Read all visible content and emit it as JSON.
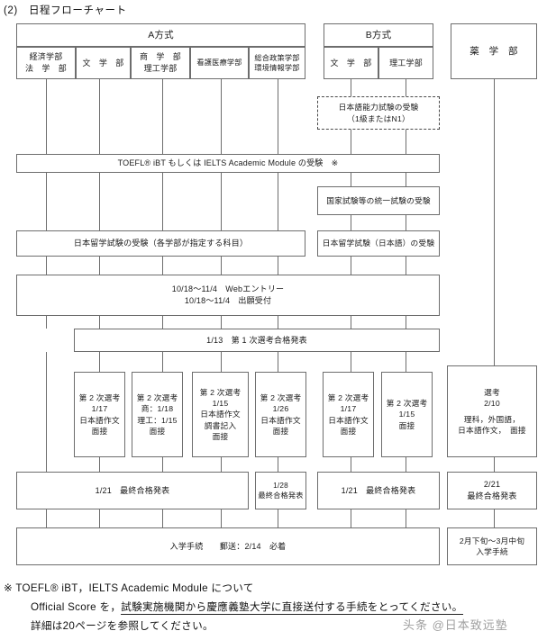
{
  "page": {
    "title": "(2)　日程フローチャート",
    "watermark": "头条 @日本致远塾"
  },
  "methods": {
    "a": "A方式",
    "b": "B方式",
    "pharmacy": "薬　学　部"
  },
  "departments": {
    "a": [
      {
        "lines": [
          "経済学部",
          "法　学　部"
        ]
      },
      {
        "lines": [
          "文　学　部"
        ]
      },
      {
        "lines": [
          "商　学　部",
          "理工学部"
        ]
      },
      {
        "lines": [
          "看護医療学部"
        ]
      },
      {
        "lines": [
          "総合政策学部",
          "環境情報学部"
        ]
      }
    ],
    "b": [
      {
        "lines": [
          "文　学　部"
        ]
      },
      {
        "lines": [
          "理工学部"
        ]
      }
    ]
  },
  "steps": {
    "jlpt": {
      "lines": [
        "日本語能力試験の受験",
        "（1級またはN1）"
      ]
    },
    "toefl": {
      "lines": [
        "TOEFL® iBT もしくは IELTS Academic Module の受験　※"
      ]
    },
    "national_exam": {
      "lines": [
        "国家試験等の統一試験の受験"
      ]
    },
    "eju_a": {
      "lines": [
        "日本留学試験の受験（各学部が指定する科目）"
      ]
    },
    "eju_b": {
      "lines": [
        "日本留学試験（日本語）の受験"
      ]
    },
    "web_entry": {
      "lines": [
        "10/18〜11/4　Webエントリー",
        "10/18〜11/4　出願受付"
      ]
    },
    "first_result": {
      "lines": [
        "1/13　第 1 次選考合格発表"
      ]
    },
    "enroll_main": {
      "lines": [
        "入学手続　　郵送：2/14　必着"
      ]
    },
    "enroll_pharmacy": {
      "lines": [
        "2月下旬〜3月中旬",
        "入学手続"
      ]
    }
  },
  "second_selection": [
    {
      "lines": [
        "第 2 次選考",
        "1/17",
        "日本語作文",
        "面接"
      ]
    },
    {
      "lines": [
        "第 2 次選考",
        "商：1/18",
        "理工：1/15",
        "面接"
      ]
    },
    {
      "lines": [
        "第 2 次選考",
        "1/15",
        "日本語作文",
        "調書記入",
        "面接"
      ]
    },
    {
      "lines": [
        "第 2 次選考",
        "1/26",
        "日本語作文",
        "面接"
      ]
    },
    {
      "lines": [
        "第 2 次選考",
        "1/17",
        "日本語作文",
        "面接"
      ]
    },
    {
      "lines": [
        "第 2 次選考",
        "1/15",
        "面接"
      ]
    },
    {
      "lines": [
        "選考",
        "2/10",
        "理科，外国語，",
        "日本語作文，　面接"
      ]
    }
  ],
  "final_results": [
    {
      "lines": [
        "1/21　最終合格発表"
      ]
    },
    {
      "lines": [
        "1/28",
        "最終合格発表"
      ]
    },
    {
      "lines": [
        "1/21　最終合格発表"
      ]
    },
    {
      "lines": [
        "2/21",
        "最終合格発表"
      ]
    }
  ],
  "footnote": {
    "line1": "※ TOEFL® iBT，IELTS Academic Module について",
    "line2_pre": "Official Score を，",
    "line2_underlined": "試験実施機関から慶應義塾大学に直接送付する手続をとってください。",
    "line3": "詳細は20ページを参照してください。"
  }
}
